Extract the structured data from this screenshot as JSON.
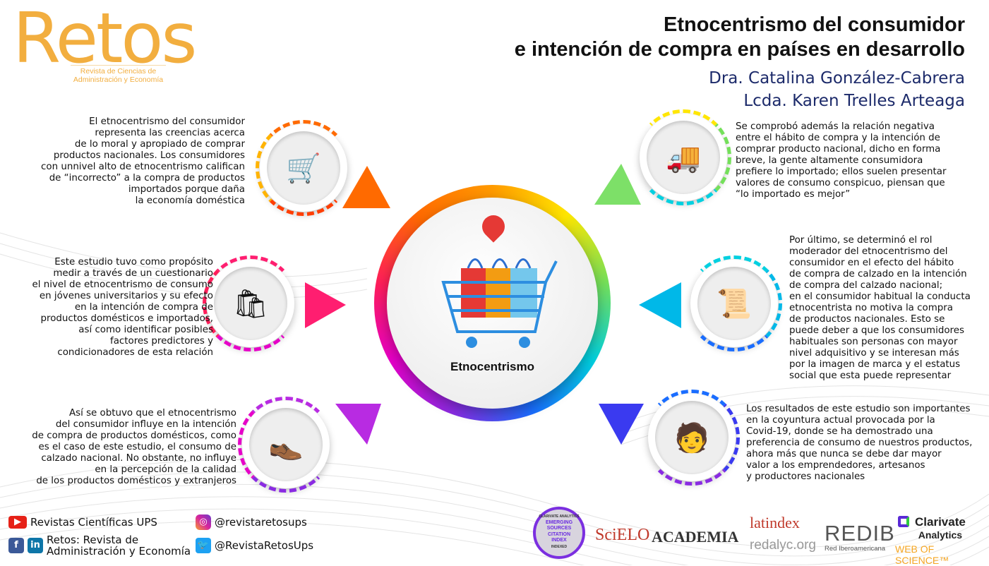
{
  "logo": {
    "name": "Retos",
    "subtitle": "Revista de Ciencias de Administración y Economía"
  },
  "title": {
    "line1": "Etnocentrismo del consumidor",
    "line2": "e intención de compra en países en desarrollo"
  },
  "authors": [
    "Dra. Catalina González-Cabrera",
    "Lcda. Karen Trelles Arteaga"
  ],
  "center": {
    "label": "Etnocentrismo"
  },
  "blocks": {
    "top_left": [
      "El etnocentrismo del consumidor",
      "representa las creencias acerca",
      "de lo moral y apropiado de comprar",
      "productos nacionales. Los consumidores",
      "con unnivel alto de etnocentrismo califican",
      "de “incorrecto” a la compra de productos",
      "importados porque daña",
      "la economía doméstica"
    ],
    "mid_left": [
      "Este estudio tuvo como propósito",
      "medir a través de un cuestionario",
      "el nivel de etnocentrismo de consumo",
      "en jóvenes universitarios y su efecto",
      "en la intención de compra de",
      "productos domésticos e importados,",
      "así como identificar posibles",
      "factores predictores y",
      "condicionadores de esta relación"
    ],
    "bottom_left": [
      "Así se obtuvo que el etnocentrismo",
      "del consumidor influye en la intención",
      "de compra de productos domésticos, como",
      "es el caso de este estudio, el consumo de",
      "calzado nacional. No obstante, no influye",
      "en la percepción de la calidad",
      "de los productos domésticos y extranjeros"
    ],
    "top_right": [
      "Se comprobó además la relación negativa",
      "entre el hábito de compra y la intención de",
      "comprar producto nacional, dicho en forma",
      "breve, la gente altamente consumidora",
      "prefiere lo importado; ellos suelen presentar",
      "valores de consumo conspicuo, piensan que",
      "“lo importado es mejor”"
    ],
    "mid_right": [
      "Por último, se determinó el rol",
      "moderador del etnocentrismo del",
      "consumidor en el efecto del hábito",
      "de compra de calzado en la intención",
      "de compra del calzado nacional;",
      "en el consumidor habitual la conducta",
      "etnocentrista no motiva la compra",
      "de productos nacionales. Esto se",
      "puede deber a que los consumidores",
      "habituales son personas con mayor",
      "nivel adquisitivo y se interesan más",
      "por la imagen de marca y el estatus",
      "social que esta puede representar"
    ],
    "bottom_right": [
      "Los resultados de este estudio son importantes",
      "en la coyuntura actual provocada por la",
      "Covid-19, donde se ha demostrado una",
      "preferencia de consumo de nuestros productos,",
      "ahora más que nunca se debe dar mayor",
      "valor a los emprendedores, artesanos",
      "y productores nacionales"
    ]
  },
  "social": {
    "youtube": "Revistas Científicas UPS",
    "facebook": "Retos: Revista de",
    "facebook2": "Administración y Economía",
    "instagram": "@revistaretosups",
    "twitter": "@RevistaRetosUps"
  },
  "indexes": {
    "esci": [
      "CLARIVATE ANALYTICS",
      "EMERGING",
      "SOURCES",
      "CITATION",
      "INDEX",
      "INDEXED"
    ],
    "scielo": "SciELO",
    "academia": "ACADEMIA",
    "latindex": "latindex",
    "redalyc": "redalyc.org",
    "redib": "REDIB",
    "redib_sub": "Red Iberoamericana",
    "clarivate": "Clarivate",
    "clarivate2": "Analytics",
    "wos": "WEB OF SCIENCE™"
  }
}
